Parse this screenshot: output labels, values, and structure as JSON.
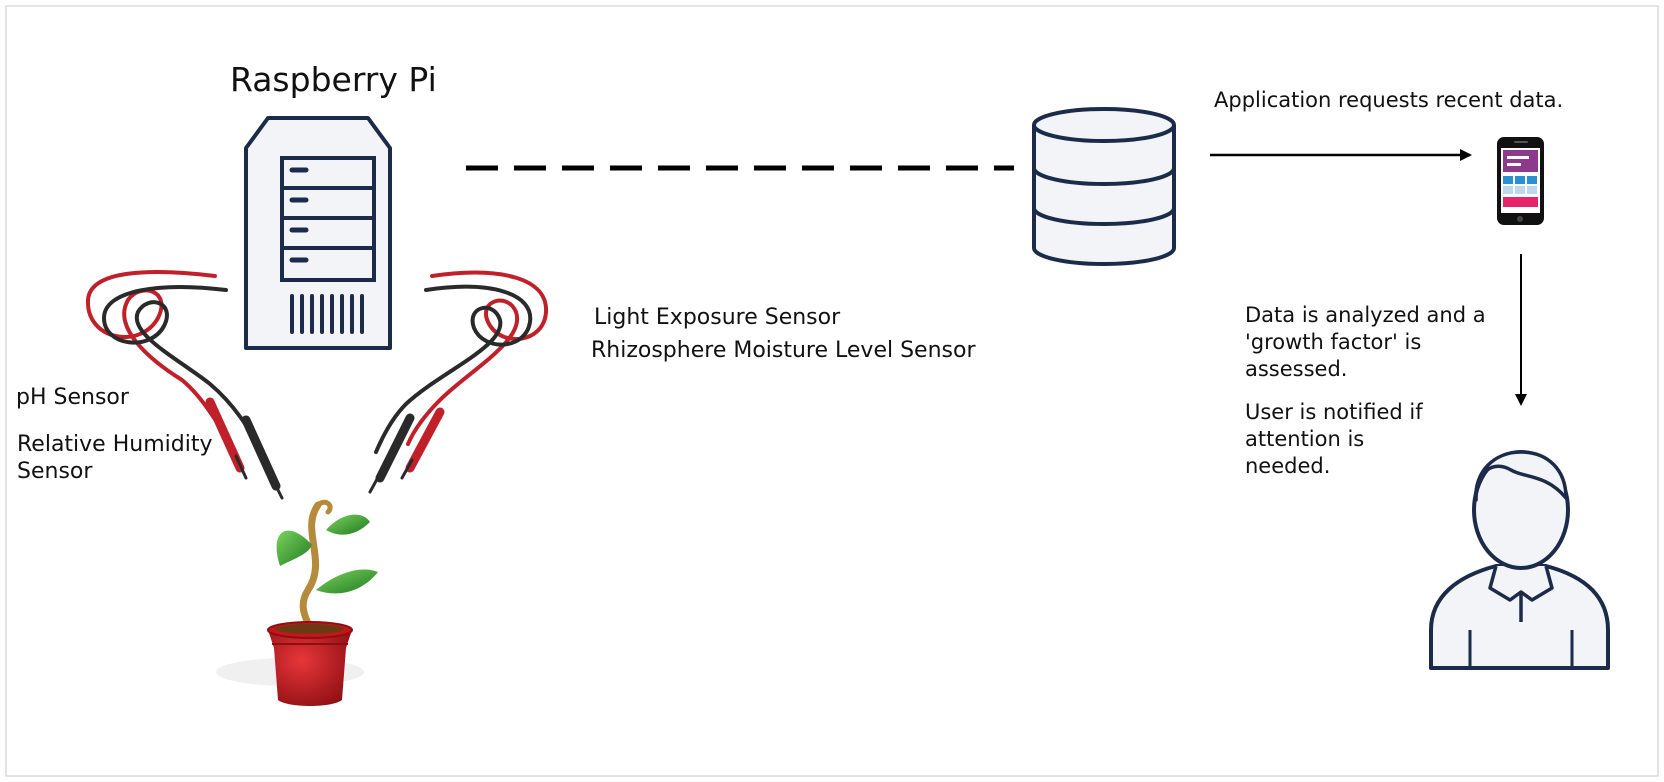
{
  "title": "Raspberry Pi",
  "labels": {
    "light_sensor": "Light Exposure Sensor",
    "moisture_sensor": "Rhizosphere Moisture Level Sensor",
    "ph_sensor": "pH Sensor",
    "humidity_sensor": "Relative Humidity\nSensor",
    "app_request": "Application requests recent data.",
    "analysis": "Data is analyzed and a\n'growth factor' is\nassessed.",
    "notify": "User is notified if\nattention is\nneeded."
  },
  "icons": {
    "server": "raspberry-pi-server-icon",
    "database": "database-icon",
    "phone": "smartphone-icon",
    "user": "user-icon",
    "plant": "potted-plant-icon",
    "left_probes": "sensor-probe-icon",
    "right_probes": "sensor-probe-icon"
  },
  "colors": {
    "icon_stroke": "#1c2b4a",
    "icon_fill": "#f2f4f7",
    "probe_red": "#c0202a",
    "probe_black": "#2a2a2a",
    "pot_red": "#c4161c",
    "leaf_green": "#2f9a2a",
    "phone_purple": "#8e3a8c",
    "phone_blue": "#2b8fd6",
    "phone_pink": "#e6246a"
  }
}
